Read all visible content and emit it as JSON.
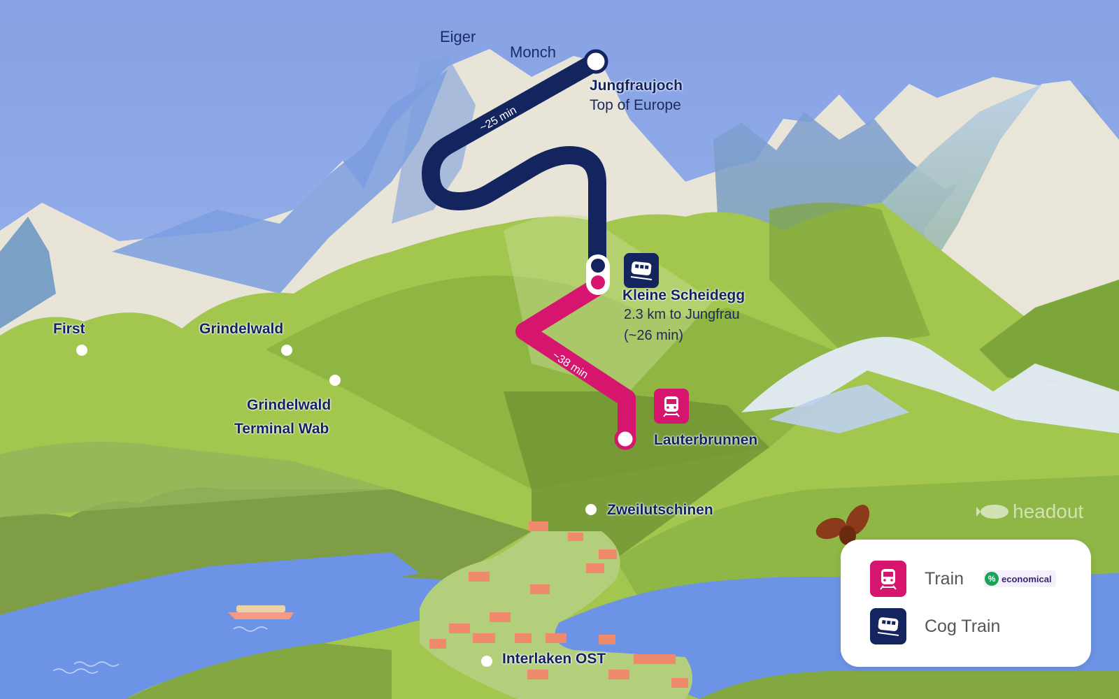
{
  "map": {
    "peaks": [
      {
        "name": "Eiger"
      },
      {
        "name": "Monch"
      }
    ],
    "stations": {
      "jungfraujoch": {
        "name": "Jungfraujoch",
        "subtitle": "Top of Europe"
      },
      "kleine_scheidegg": {
        "name": "Kleine Scheidegg",
        "detail_line1": "2.3 km to Jungfrau",
        "detail_line2": "(~26 min)"
      },
      "lauterbrunnen": {
        "name": "Lauterbrunnen"
      },
      "first": {
        "name": "First"
      },
      "grindelwald": {
        "name": "Grindelwald"
      },
      "grindelwald_terminal": {
        "line1": "Grindelwald",
        "line2": "Terminal Wab"
      },
      "zweilutschinen": {
        "name": "Zweilutschinen"
      },
      "interlaken_ost": {
        "name": "Interlaken OST"
      }
    },
    "routes": [
      {
        "id": "cog",
        "label": "~25 min",
        "color": "#14245f",
        "from": "Kleine Scheidegg",
        "to": "Jungfraujoch"
      },
      {
        "id": "train",
        "label": "~38 min",
        "color": "#d6156e",
        "from": "Lauterbrunnen",
        "to": "Kleine Scheidegg"
      }
    ],
    "icons": {
      "train": "train-icon",
      "cog": "cog-train-icon"
    }
  },
  "legend": {
    "items": [
      {
        "label": "Train",
        "icon": "train-icon",
        "color": "#d6156e",
        "badge": {
          "symbol": "%",
          "text": "economical"
        }
      },
      {
        "label": "Cog Train",
        "icon": "cog-train-icon",
        "color": "#14245f"
      }
    ]
  },
  "brand": {
    "name": "headout"
  },
  "colors": {
    "sky": "#8fa9e6",
    "snow": "#e9e6dc",
    "grass": "#9cc04a",
    "water": "#6d93e6",
    "train": "#d6156e",
    "cog_train": "#14245f",
    "label": "#13235f"
  }
}
